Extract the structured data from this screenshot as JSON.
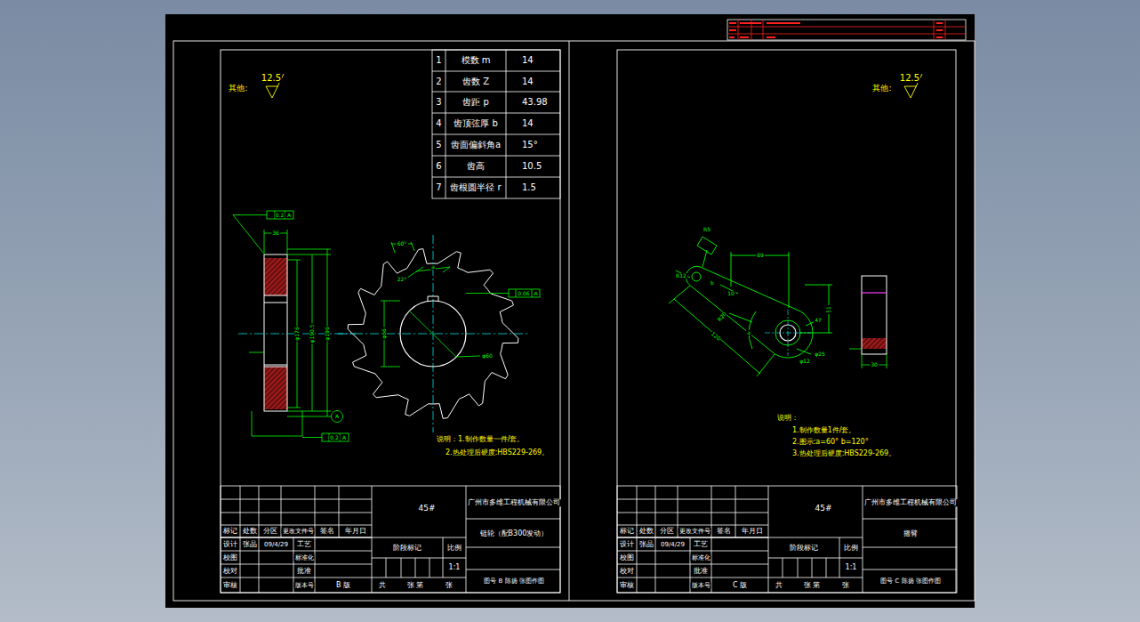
{
  "diagram": {
    "labels": [
      "其他:",
      "12.5",
      "1",
      "模数 m",
      "14",
      "2",
      "齿数 Z",
      "14",
      "3",
      "齿距 p",
      "43.98",
      "4",
      "齿顶弦厚 b",
      "14",
      "5",
      "齿面偏斜角a",
      "15°",
      "6",
      "齿高",
      "10.5",
      "7",
      "齿根圆半径 r",
      "1.5",
      "0.2",
      "A",
      "36",
      "φ176",
      "φ190.5",
      "φ196",
      "0.2",
      "A",
      "A",
      "60°",
      "22°",
      "a",
      "0.06",
      "A",
      "φ66",
      "φ60",
      "说明：1.制作数量一件/套。",
      "2.热处理后硬度:HBS229-269。",
      "45#",
      "广州市多维工程机械有限公司",
      "链轮（配B300发动）",
      "标记",
      "处数",
      "分区",
      "更改文件号",
      "签名",
      "年月日",
      "设计",
      "张晶",
      "09/4/29",
      "工艺",
      "校图",
      "标准化",
      "校对",
      "批准",
      "审核",
      "版本号",
      "B 版",
      "阶段标记",
      "比例",
      "1:1",
      "共",
      "张 第",
      "张",
      "图号 B 陈扬 张图作图",
      "其他:",
      "12.5",
      "R5",
      "R12",
      "69",
      "b",
      "10",
      "R20",
      "51",
      "47",
      "φ25",
      "120",
      "a",
      "φ12",
      "30",
      "说明：",
      "1.制作数量1件/套。",
      "2.图示:a=60° b=120°",
      "3.热处理后硬度:HBS229-269。",
      "45#",
      "广州市多维工程机械有限公司",
      "摇臂",
      "标记",
      "处数",
      "分区",
      "更改文件号",
      "签名",
      "年月日",
      "设计",
      "张晶",
      "09/4/29",
      "工艺",
      "校图",
      "标准化",
      "校对",
      "批准",
      "审核",
      "版本号",
      "C 版",
      "阶段标记",
      "比例",
      "1:1",
      "共",
      "张 第",
      "张",
      "图号 C 陈扬 张图作图"
    ]
  }
}
